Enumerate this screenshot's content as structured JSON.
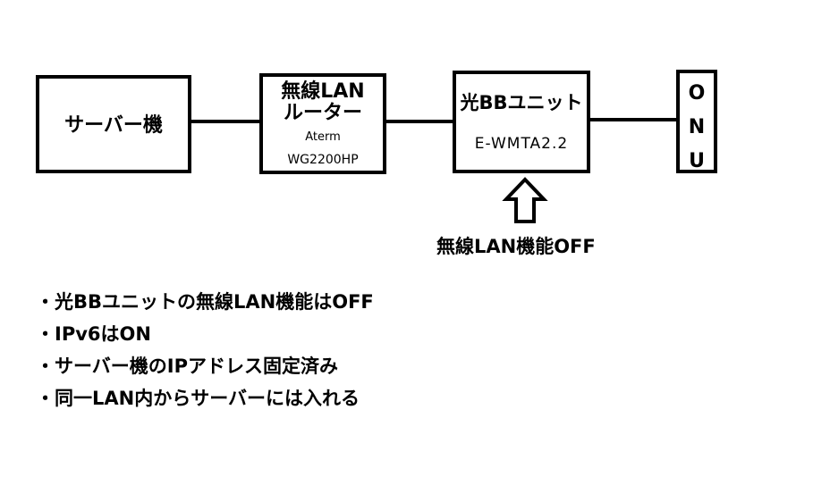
{
  "diagram": {
    "server": {
      "label": "サーバー機"
    },
    "router": {
      "title_line1": "無線LAN",
      "title_line2": "ルーター",
      "maker": "Aterm",
      "model": "WG2200HP"
    },
    "hikari": {
      "title": "光BBユニット",
      "model": "E-WMTA2.2"
    },
    "onu": {
      "letters": [
        "O",
        "N",
        "U"
      ]
    },
    "arrow_note": "無線LAN機能OFF"
  },
  "notes": [
    "・光BBユニットの無線LAN機能はOFF",
    "・IPv6はON",
    "・サーバー機のIPアドレス固定済み",
    "・同一LAN内からサーバーには入れる"
  ],
  "colors": {
    "line": "#000000",
    "background": "#ffffff"
  },
  "icons": {
    "arrow": "up-arrow-icon"
  }
}
